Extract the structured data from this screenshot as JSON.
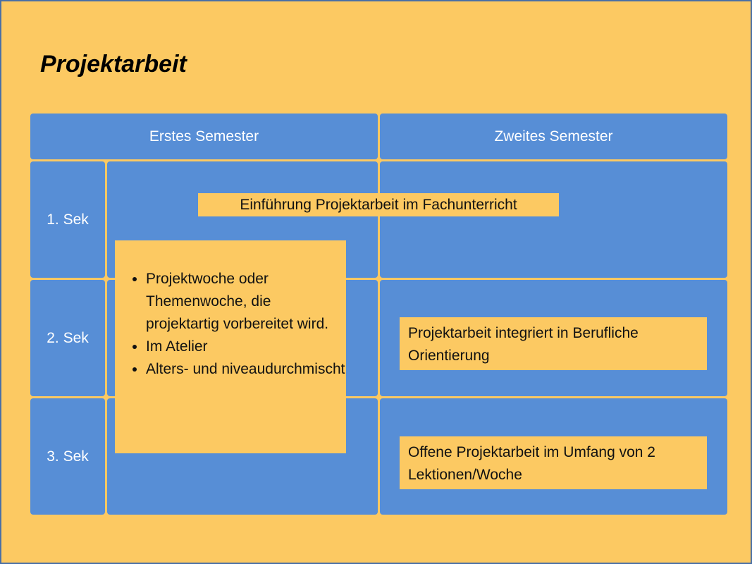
{
  "title": "Projektarbeit",
  "columns": [
    "Erstes Semester",
    "Zweites Semester"
  ],
  "rows": [
    "1. Sek",
    "2. Sek",
    "3. Sek"
  ],
  "notes": {
    "intro": "Einführung Projektarbeit im Fachunterricht",
    "projektwoche": [
      "Projektwoche oder Themenwoche, die projektartig vorbereitet wird.",
      "Im Atelier",
      "Alters- und niveaudurchmischt"
    ],
    "berufliche": "Projektarbeit integriert in Berufliche Orientierung",
    "offene": "Offene Projektarbeit im Umfang von 2 Lektionen/Woche"
  },
  "colors": {
    "background": "#FCC962",
    "cell": "#578ED6",
    "border": "#4A6FA5"
  }
}
